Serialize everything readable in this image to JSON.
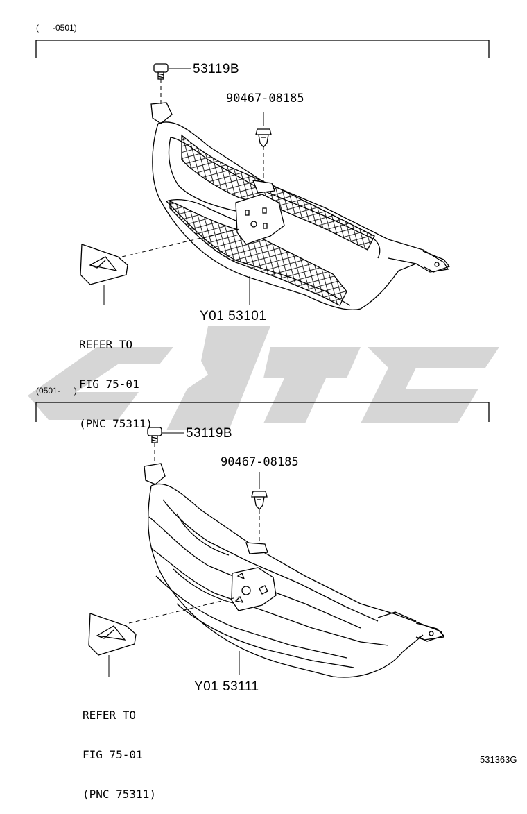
{
  "watermark": {
    "text": "",
    "color": "#d4d4d4"
  },
  "sections": [
    {
      "range_label": "(      -0501)",
      "parts": {
        "bolt": "53119B",
        "clip": "90467-08185",
        "grille": "Y01 53101"
      },
      "reference": [
        "REFER TO",
        "FIG 75-01",
        "(PNC 75311)"
      ]
    },
    {
      "range_label": "(0501-      )",
      "parts": {
        "bolt": "53119B",
        "clip": "90467-08185",
        "grille": "Y01 53111"
      },
      "reference": [
        "REFER TO",
        "FIG 75-01",
        "(PNC 75311)"
      ]
    }
  ],
  "figure_id": "531363G"
}
